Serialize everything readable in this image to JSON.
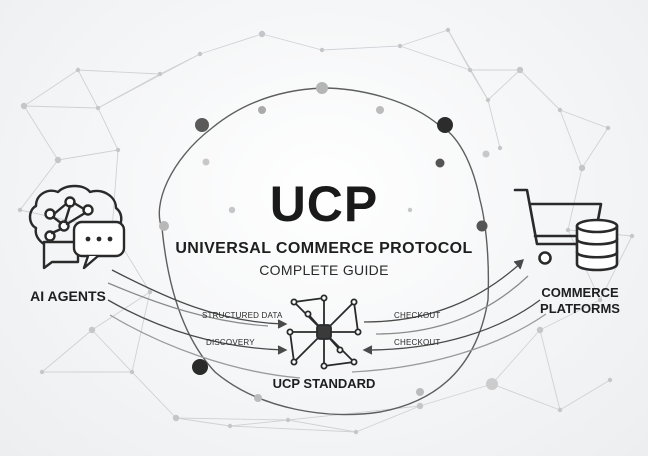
{
  "title": "UCP",
  "subtitle": "UNIVERSAL COMMERCE PROTOCOL",
  "tagline": "COMPLETE GUIDE",
  "left_node": {
    "label": "AI AGENTS",
    "icon": "brain-chat-icon"
  },
  "right_node": {
    "label_line1": "COMMERCE",
    "label_line2": "PLATFORMS",
    "icon": "cart-database-icon"
  },
  "center_node": {
    "label": "UCP STANDARD",
    "icon": "network-hub-icon"
  },
  "flows": {
    "left_top": "STRUCTURED DATA",
    "left_bottom": "DISCOVERY",
    "right_top": "CHECKOUT",
    "right_bottom": "CHECKOUT"
  },
  "colors": {
    "ink": "#1c1c1c",
    "ring": "#6e6e6e",
    "mesh": "#cfd2d5",
    "background": "#f3f4f5"
  }
}
